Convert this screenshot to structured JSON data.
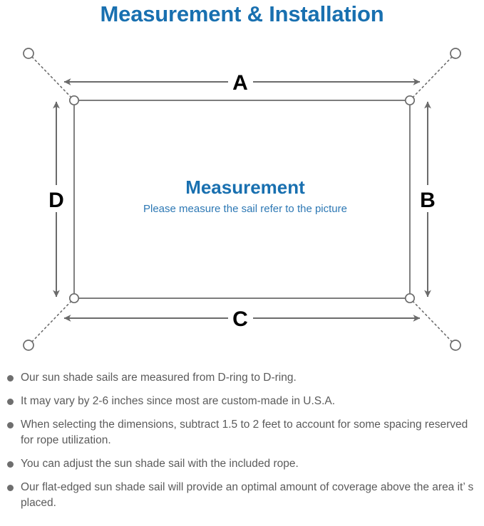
{
  "page": {
    "title": "Measurement & Installation",
    "title_color": "#1970b0",
    "background": "#ffffff"
  },
  "diagram": {
    "name": "shade-sail-measurement-diagram",
    "center": {
      "heading": "Measurement",
      "subheading": "Please measure the sail refer to the picture",
      "heading_color": "#1970b0",
      "subheading_color": "#2d78b4"
    },
    "line_color": "#6b6b6b",
    "sail_edge_color": "#6b6b6b",
    "dimension_labels": [
      {
        "id": "label-a",
        "text": "A",
        "edge": "top",
        "orientation": "horizontal"
      },
      {
        "id": "label-b",
        "text": "B",
        "edge": "right",
        "orientation": "vertical"
      },
      {
        "id": "label-c",
        "text": "C",
        "edge": "bottom",
        "orientation": "horizontal"
      },
      {
        "id": "label-d",
        "text": "D",
        "edge": "left",
        "orientation": "vertical"
      }
    ],
    "anchor_points": [
      {
        "id": "anchor-top-left",
        "corner": "top-left"
      },
      {
        "id": "anchor-top-right",
        "corner": "top-right"
      },
      {
        "id": "anchor-bottom-left",
        "corner": "bottom-left"
      },
      {
        "id": "anchor-bottom-right",
        "corner": "bottom-right"
      }
    ],
    "d_rings": [
      {
        "id": "d-ring-top-left",
        "corner": "top-left"
      },
      {
        "id": "d-ring-top-right",
        "corner": "top-right"
      },
      {
        "id": "d-ring-bottom-left",
        "corner": "bottom-left"
      },
      {
        "id": "d-ring-bottom-right",
        "corner": "bottom-right"
      }
    ]
  },
  "notes": [
    {
      "text": "Our sun shade sails are measured from D-ring to D-ring."
    },
    {
      "text": "It may vary by 2-6 inches since most are custom-made in U.S.A."
    },
    {
      "text": "When selecting the dimensions, subtract 1.5 to 2 feet to account for some spacing reserved for rope utilization."
    },
    {
      "text": "You can adjust the sun shade sail with the included rope."
    },
    {
      "text": "Our flat-edged sun shade sail will provide an optimal amount of coverage above the area it’ s placed."
    }
  ]
}
